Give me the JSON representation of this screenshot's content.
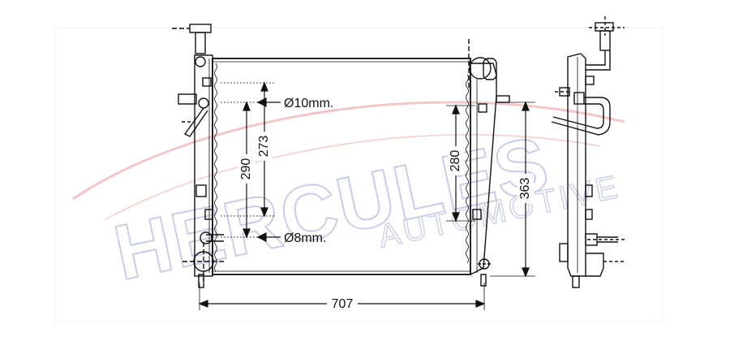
{
  "watermark": {
    "brand": "HERCULES",
    "sub": "AUTOMOTIVE",
    "color_outline": "#c9cde6",
    "color_swoosh": "#f2c6c6"
  },
  "dimensions": {
    "width": "707",
    "height_overall": "363",
    "core_height_right": "280",
    "core_height_left_outer": "290",
    "core_height_left_inner": "273",
    "pipe_upper": "Ø10mm.",
    "pipe_lower": "Ø8mm."
  },
  "colors": {
    "line": "#111111",
    "background": "#ffffff",
    "frame": "#f4f4f4"
  }
}
